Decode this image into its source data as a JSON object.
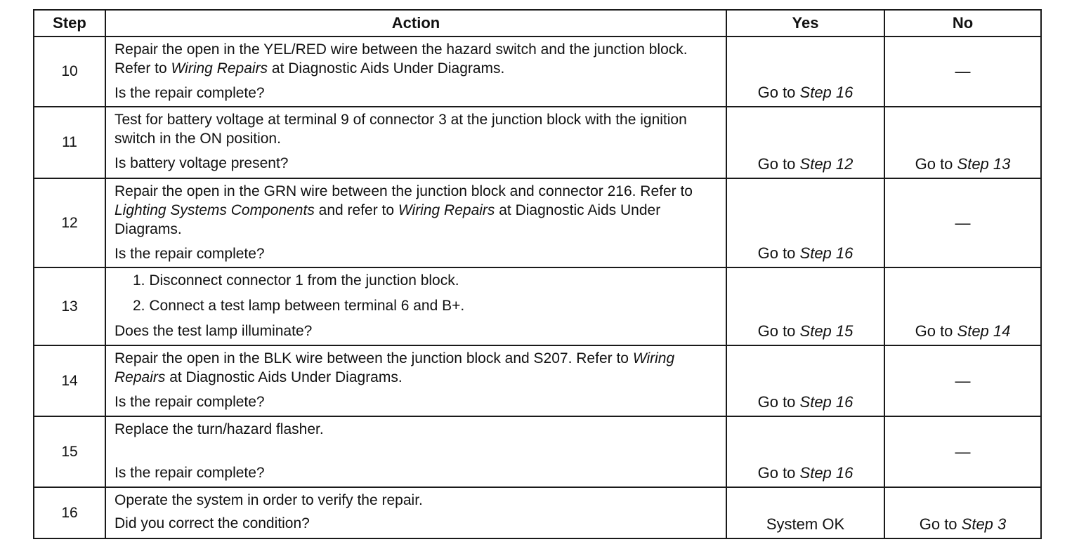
{
  "headers": {
    "step": "Step",
    "action": "Action",
    "yes": "Yes",
    "no": "No"
  },
  "rows": [
    {
      "step": "10",
      "desc_a": "Repair the open in the YEL/RED wire between the hazard switch and the junction block. Refer to ",
      "desc_em": "Wiring Repairs",
      "desc_b": " at Diagnostic Aids Under Diagrams.",
      "question": "Is the repair complete?",
      "yes_prefix": "Go to ",
      "yes_em": "Step 16",
      "no": "—"
    },
    {
      "step": "11",
      "desc_a": "Test for battery voltage at terminal 9 of connector 3 at the junction block with the ignition switch in the ON position.",
      "question": "Is battery voltage present?",
      "yes_prefix": "Go to ",
      "yes_em": "Step 12",
      "no_prefix": "Go to ",
      "no_em": "Step 13"
    },
    {
      "step": "12",
      "desc_a": "Repair the open in the GRN wire between the junction block and connector 216. Refer to ",
      "desc_em": "Lighting Systems Components",
      "desc_b": " and refer to ",
      "desc_em2": "Wiring Repairs",
      "desc_c": " at Diagnostic Aids Under Diagrams.",
      "question": "Is the repair complete?",
      "yes_prefix": "Go to ",
      "yes_em": "Step 16",
      "no": "—"
    },
    {
      "step": "13",
      "item1": "1.  Disconnect connector 1 from the junction block.",
      "item2": "2.  Connect a test lamp between terminal 6 and B+.",
      "question": "Does the test lamp illuminate?",
      "yes_prefix": "Go to ",
      "yes_em": "Step 15",
      "no_prefix": "Go to ",
      "no_em": "Step 14"
    },
    {
      "step": "14",
      "desc_a": "Repair the open in the BLK wire between the junction block and S207. Refer to ",
      "desc_em": "Wiring Repairs",
      "desc_b": " at Diagnostic Aids Under Diagrams.",
      "question": "Is the repair complete?",
      "yes_prefix": "Go to ",
      "yes_em": "Step 16",
      "no": "—"
    },
    {
      "step": "15",
      "desc_a": "Replace the turn/hazard flasher.",
      "question": "Is the repair complete?",
      "yes_prefix": "Go to ",
      "yes_em": "Step 16",
      "no": "—"
    },
    {
      "step": "16",
      "desc_a": "Operate the system in order to verify the repair.",
      "question": "Did you correct the condition?",
      "yes": "System OK",
      "no_prefix": "Go to ",
      "no_em": "Step 3"
    }
  ]
}
